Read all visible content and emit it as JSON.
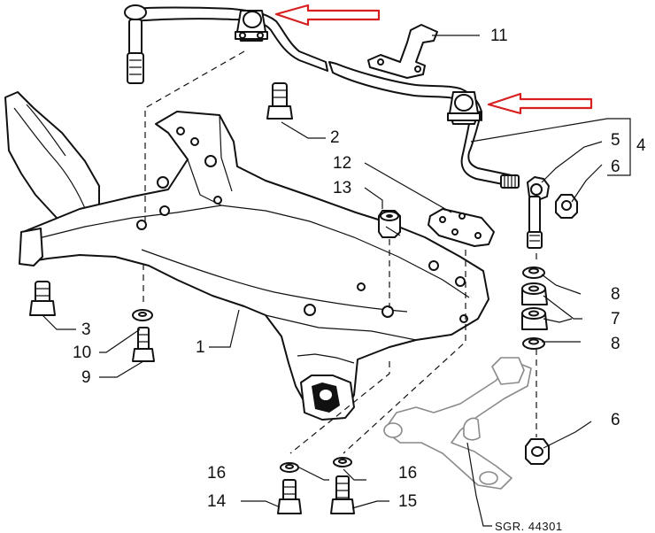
{
  "callouts": [
    {
      "id": "c1",
      "text": "1"
    },
    {
      "id": "c2",
      "text": "2"
    },
    {
      "id": "c3",
      "text": "3"
    },
    {
      "id": "c4",
      "text": "4"
    },
    {
      "id": "c5",
      "text": "5"
    },
    {
      "id": "c6a",
      "text": "6"
    },
    {
      "id": "c6b",
      "text": "6"
    },
    {
      "id": "c7",
      "text": "7"
    },
    {
      "id": "c8a",
      "text": "8"
    },
    {
      "id": "c8b",
      "text": "8"
    },
    {
      "id": "c9",
      "text": "9"
    },
    {
      "id": "c10",
      "text": "10"
    },
    {
      "id": "c11",
      "text": "11"
    },
    {
      "id": "c12",
      "text": "12"
    },
    {
      "id": "c13",
      "text": "13"
    },
    {
      "id": "c14",
      "text": "14"
    },
    {
      "id": "c15",
      "text": "15"
    },
    {
      "id": "c16a",
      "text": "16"
    },
    {
      "id": "c16b",
      "text": "16"
    }
  ],
  "caption": "SGR. 44301",
  "colors": {
    "arrow": "#d81e1e",
    "ink": "#111111",
    "ghost": "#8a8a8a"
  }
}
